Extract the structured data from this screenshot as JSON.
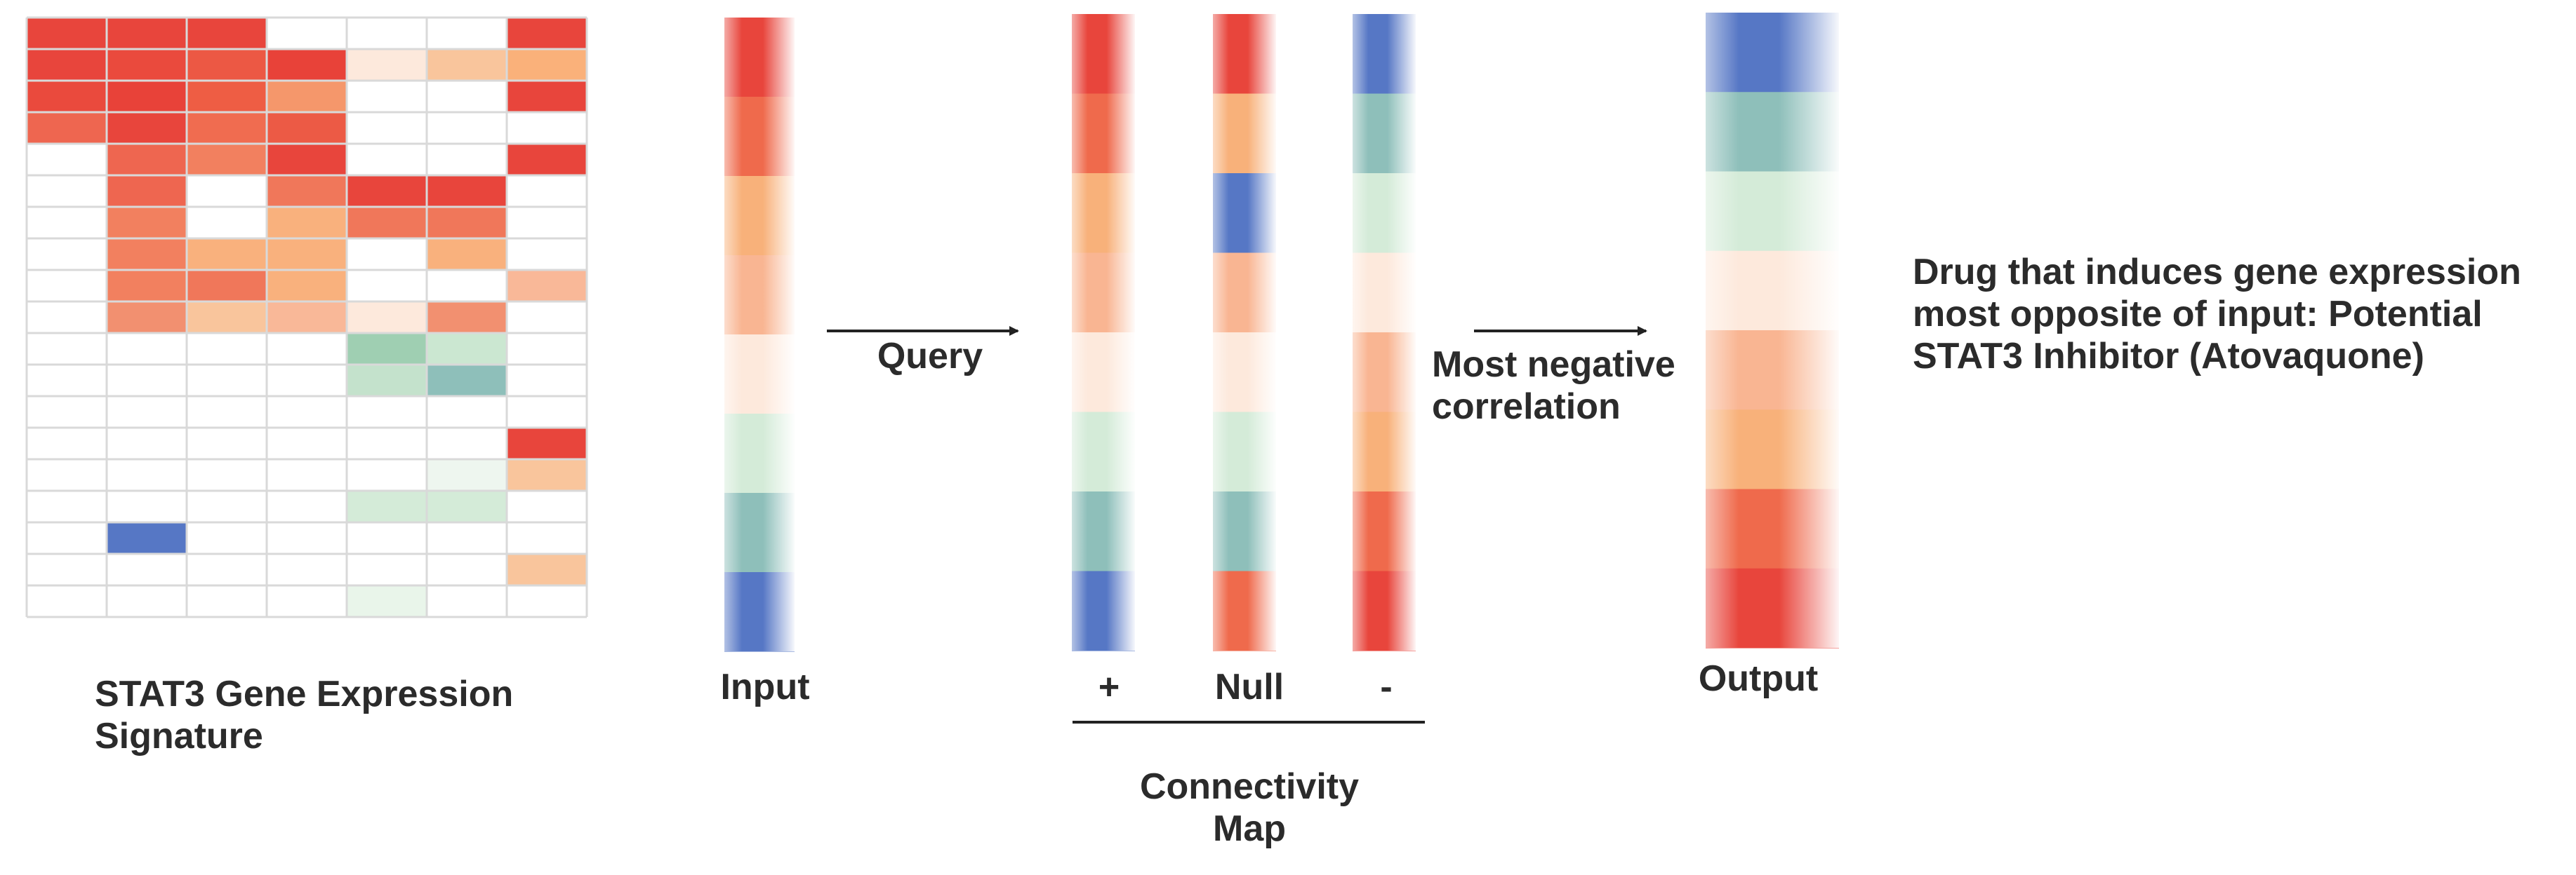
{
  "labels": {
    "signature": [
      "STAT3 Gene Expression",
      "Signature"
    ],
    "input": "Input",
    "query": "Query",
    "plus": "+",
    "null": "Null",
    "minus": "-",
    "cmap": [
      "Connectivity",
      "Map"
    ],
    "most_negative": [
      "Most negative",
      "correlation"
    ],
    "output": "Output",
    "result": [
      "Drug that induces gene expression",
      "most opposite of input: Potential",
      "STAT3 Inhibitor (Atovaquone)"
    ]
  },
  "colors": {
    "red": "#e8453c",
    "red_orange": "#ef6a4c",
    "orange": "#f8b17a",
    "salmon": "#f9b592",
    "cream": "#fde9dc",
    "light_green": "#d4ebd8",
    "teal": "#8ebfba",
    "blue": "#5677c5",
    "grid_line": "#d9d9d9"
  },
  "heatmap": {
    "rows": [
      [
        "#e8453c",
        "#e8453c",
        "#e8453c",
        "",
        "",
        "",
        "#e8453c"
      ],
      [
        "#e8453c",
        "#ea4a3d",
        "#ec5844",
        "#e84239",
        "#fde9dc",
        "#f9c59c",
        "#fab17a"
      ],
      [
        "#ea4a3d",
        "#e84239",
        "#ee5d44",
        "#f5976b",
        "",
        "",
        "#e8453c"
      ],
      [
        "#ee6650",
        "#e8453c",
        "#f06c50",
        "#ec5a45",
        "",
        "",
        ""
      ],
      [
        "",
        "#ee6650",
        "#f2805f",
        "#e8453c",
        "",
        "",
        "#e8453c"
      ],
      [
        "",
        "#ee6650",
        "",
        "#f0775a",
        "#e8453c",
        "#e8453c",
        ""
      ],
      [
        "",
        "#f2805f",
        "",
        "#f9b17d",
        "#f0775a",
        "#f0775a",
        ""
      ],
      [
        "",
        "#f2805f",
        "#f9b17d",
        "#f9b17d",
        "",
        "#f9b17d",
        ""
      ],
      [
        "",
        "#f2805f",
        "#f0775a",
        "#f9b17d",
        "",
        "",
        "#f9b898"
      ],
      [
        "",
        "#f29070",
        "#f9c59c",
        "#f9b898",
        "#fde9dc",
        "#f29070",
        ""
      ],
      [
        "",
        "",
        "",
        "",
        "#9fcfb2",
        "#cbe7d1",
        ""
      ],
      [
        "",
        "",
        "",
        "",
        "#c4e2cc",
        "#8ebfba",
        ""
      ],
      [
        "",
        "",
        "",
        "",
        "",
        "",
        ""
      ],
      [
        "",
        "",
        "",
        "",
        "",
        "",
        "#e8453c"
      ],
      [
        "",
        "",
        "",
        "",
        "",
        "#eef6ef",
        "#f9c59c"
      ],
      [
        "",
        "",
        "",
        "",
        "#d4ebd8",
        "#d4ebd8",
        ""
      ],
      [
        "",
        "#5677c5",
        "",
        "",
        "",
        "",
        ""
      ],
      [
        "",
        "",
        "",
        "",
        "",
        "",
        "#f9c59c"
      ],
      [
        "",
        "",
        "",
        "",
        "#e9f5ea",
        "",
        ""
      ]
    ]
  },
  "strips": {
    "input": [
      "#e8453c",
      "#ef6a4c",
      "#f8b17a",
      "#f9b592",
      "#fde9dc",
      "#d4ebd8",
      "#8ebfba",
      "#5677c5"
    ],
    "plus": [
      "#e8453c",
      "#ef6a4c",
      "#f8b17a",
      "#f9b592",
      "#fde9dc",
      "#d4ebd8",
      "#8ebfba",
      "#5677c5"
    ],
    "null": [
      "#e8453c",
      "#f8b17a",
      "#5677c5",
      "#f9b592",
      "#fde9dc",
      "#d4ebd8",
      "#8ebfba",
      "#ef6a4c"
    ],
    "minus": [
      "#5677c5",
      "#8ebfba",
      "#d4ebd8",
      "#fde9dc",
      "#f9b592",
      "#f8b17a",
      "#ef6a4c",
      "#e8453c"
    ],
    "output": [
      "#5677c5",
      "#8ebfba",
      "#d4ebd8",
      "#fde9dc",
      "#f9b592",
      "#f8b17a",
      "#ef6a4c",
      "#e8453c"
    ]
  }
}
